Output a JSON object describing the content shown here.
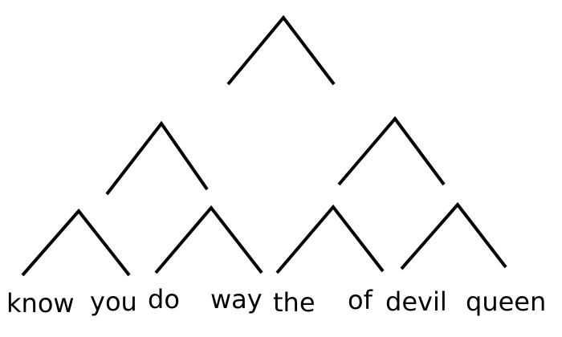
{
  "words": [
    "know",
    "you",
    "do",
    "way",
    "the",
    "of",
    "devil",
    "queen"
  ],
  "colors": {
    "background": "#ffffff",
    "line": "#000000",
    "text": "#000000"
  }
}
